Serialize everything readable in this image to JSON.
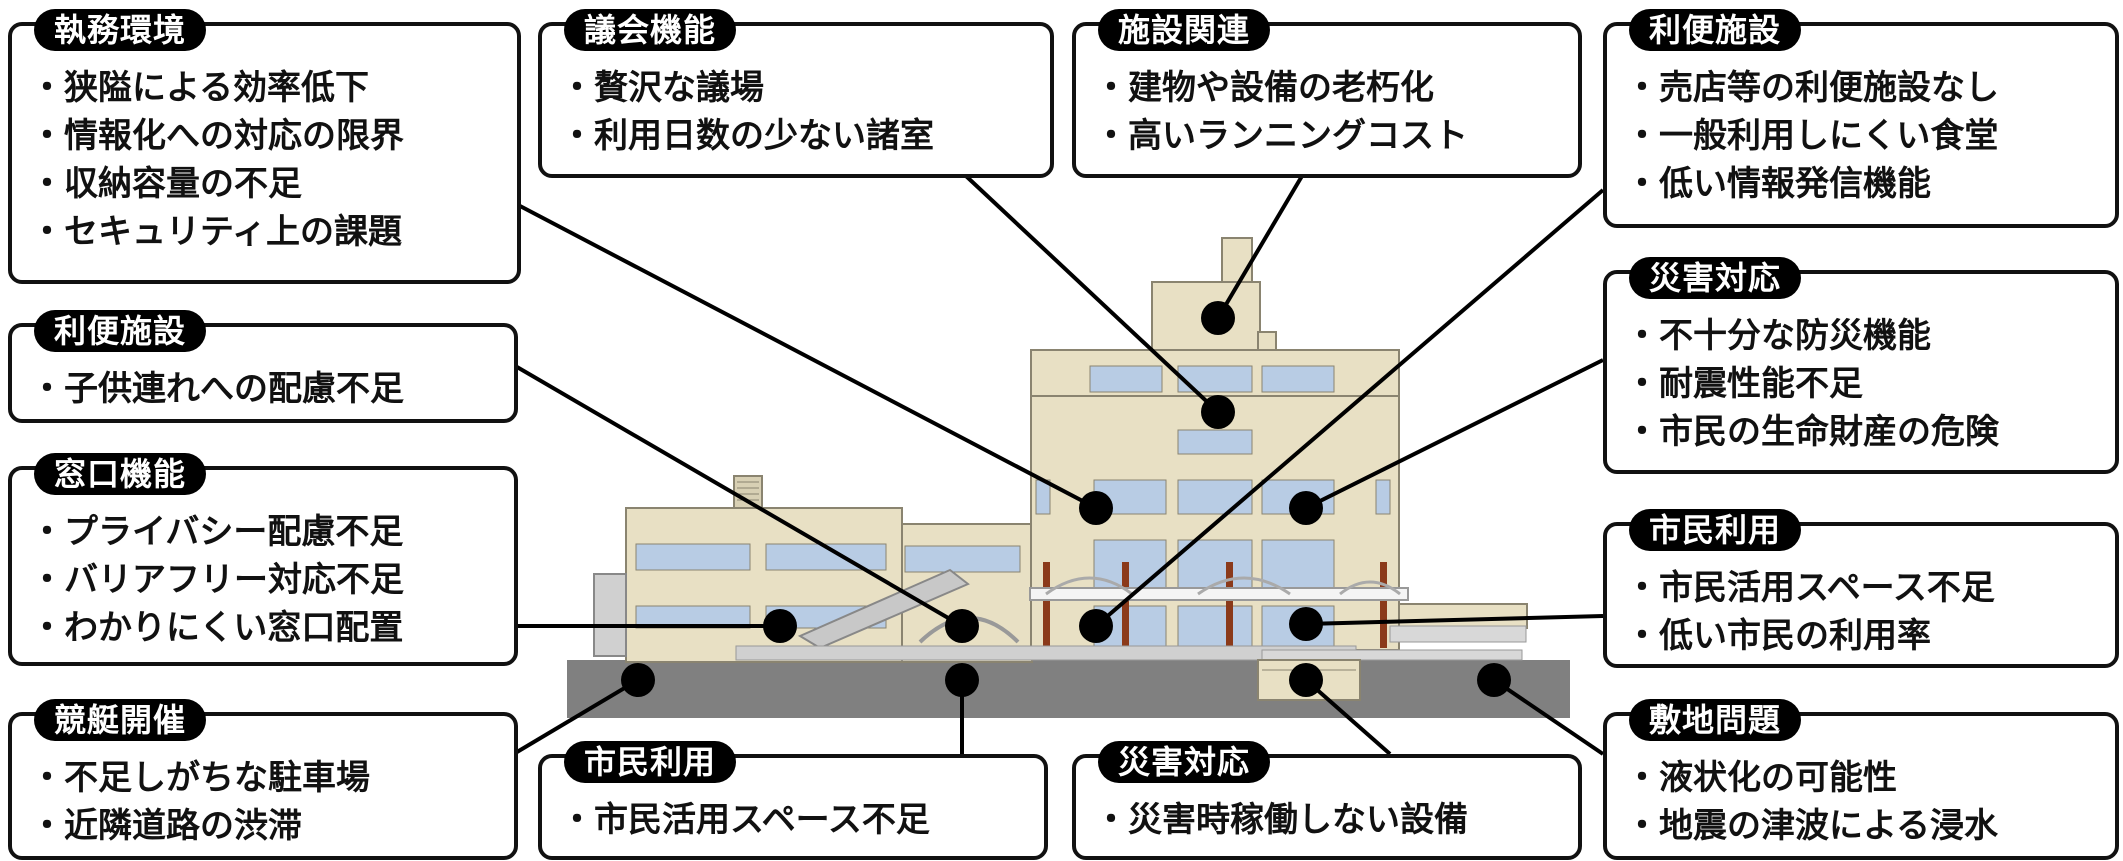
{
  "callouts": [
    {
      "id": "shitsumu",
      "category": "執務環境",
      "items": [
        "狭隘による効率低下",
        "情報化への対応の限界",
        "収納容量の不足",
        "セキュリティ上の課題"
      ]
    },
    {
      "id": "gikai",
      "category": "議会機能",
      "items": [
        "贅沢な議場",
        "利用日数の少ない諸室"
      ]
    },
    {
      "id": "shisetsu",
      "category": "施設関連",
      "items": [
        "建物や設備の老朽化",
        "高いランニングコスト"
      ]
    },
    {
      "id": "riben-right",
      "category": "利便施設",
      "items": [
        "売店等の利便施設なし",
        "一般利用しにくい食堂",
        "低い情報発信機能"
      ]
    },
    {
      "id": "riben-left",
      "category": "利便施設",
      "items": [
        "子供連れへの配慮不足"
      ]
    },
    {
      "id": "saigai-right",
      "category": "災害対応",
      "items": [
        "不十分な防災機能",
        "耐震性能不足",
        "市民の生命財産の危険"
      ]
    },
    {
      "id": "madoguchi",
      "category": "窓口機能",
      "items": [
        "プライバシー配慮不足",
        "バリアフリー対応不足",
        "わかりにくい窓口配置"
      ]
    },
    {
      "id": "shimin-right",
      "category": "市民利用",
      "items": [
        "市民活用スペース不足",
        "低い市民の利用率"
      ]
    },
    {
      "id": "kyotei",
      "category": "競艇開催",
      "items": [
        "不足しがちな駐車場",
        "近隣道路の渋滞"
      ]
    },
    {
      "id": "shimin-bottom",
      "category": "市民利用",
      "items": [
        "市民活用スペース不足"
      ]
    },
    {
      "id": "saigai-bottom",
      "category": "災害対応",
      "items": [
        "災害時稼働しない設備"
      ]
    },
    {
      "id": "shikichi",
      "category": "敷地問題",
      "items": [
        "液状化の可能性",
        "地震の津波による浸水"
      ]
    }
  ],
  "colors": {
    "building_wall": "#e8e0c4",
    "building_outline": "#8a8470",
    "window_blue": "#b8cce4",
    "ground": "#808080",
    "pillar_brown": "#8b3a1a",
    "marker": "#000000"
  }
}
